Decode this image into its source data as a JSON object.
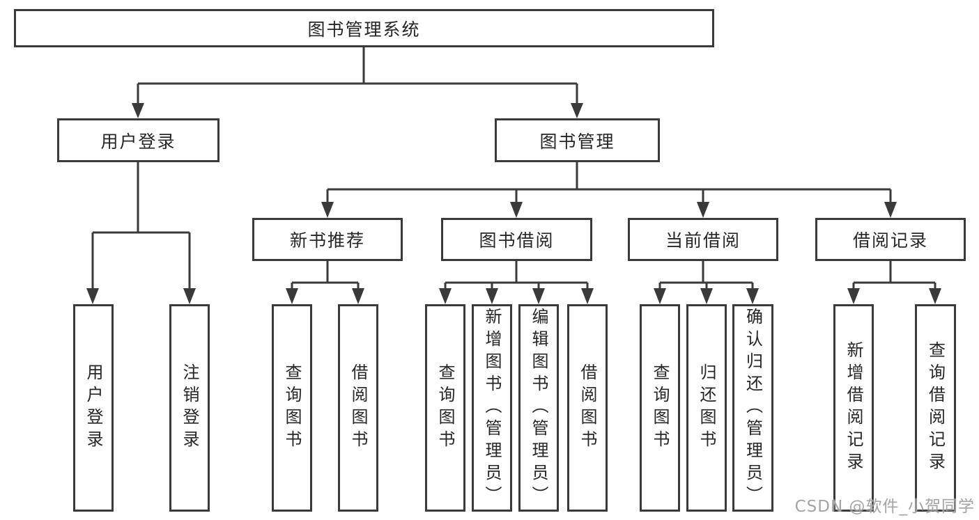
{
  "tree": {
    "label": "图书管理系统",
    "children": [
      {
        "label": "用户登录",
        "children": [
          {
            "label": "用户登录"
          },
          {
            "label": "注销登录"
          }
        ]
      },
      {
        "label": "图书管理",
        "children": [
          {
            "label": "新书推荐",
            "children": [
              {
                "label": "查询图书"
              },
              {
                "label": "借阅图书"
              }
            ]
          },
          {
            "label": "图书借阅",
            "children": [
              {
                "label": "查询图书"
              },
              {
                "label": "新增图书（管理员）"
              },
              {
                "label": "编辑图书（管理员）"
              },
              {
                "label": "借阅图书"
              }
            ]
          },
          {
            "label": "当前借阅",
            "children": [
              {
                "label": "查询图书"
              },
              {
                "label": "归还图书"
              },
              {
                "label": "确认归还（管理员）"
              }
            ]
          },
          {
            "label": "借阅记录",
            "children": [
              {
                "label": "新增借阅记录"
              },
              {
                "label": "查询借阅记录"
              }
            ]
          }
        ]
      }
    ]
  },
  "watermark": {
    "text": "CSDN @软件_小贺同学"
  },
  "colors": {
    "line": "#3a3a3a",
    "box_border": "#3a3a3a",
    "box_fill": "#ffffff",
    "text": "#262626",
    "background": "#ffffff",
    "watermark": "#949494"
  }
}
